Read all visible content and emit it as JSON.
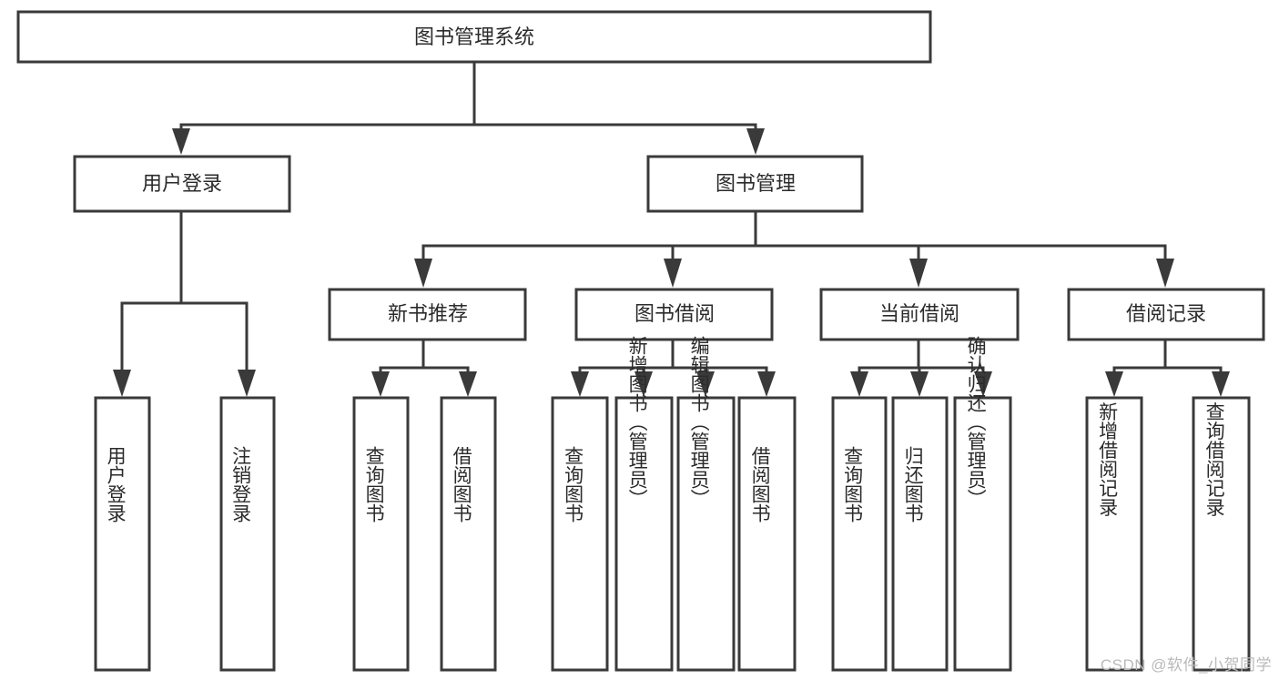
{
  "diagram": {
    "title": "图书管理系统",
    "type": "tree-hierarchy-chart",
    "colors": {
      "box_stroke": "#3a3a3a",
      "box_fill": "#ffffff",
      "text": "#2b2b2b",
      "background": "#ffffff",
      "watermark": "#b9b9b9"
    },
    "root": {
      "label": "图书管理系统"
    },
    "level1": [
      {
        "label": "用户登录"
      },
      {
        "label": "图书管理"
      }
    ],
    "level2": [
      {
        "label": "新书推荐"
      },
      {
        "label": "图书借阅"
      },
      {
        "label": "当前借阅"
      },
      {
        "label": "借阅记录"
      }
    ],
    "leaves": {
      "user_login": [
        {
          "label": "用户登录"
        },
        {
          "label": "注销登录"
        }
      ],
      "new_book_recommend": [
        {
          "label": "查询图书"
        },
        {
          "label": "借阅图书"
        }
      ],
      "book_borrow": [
        {
          "label": "查询图书"
        },
        {
          "label": "新增图书（管理员）"
        },
        {
          "label": "编辑图书（管理员）"
        },
        {
          "label": "借阅图书"
        }
      ],
      "current_borrow": [
        {
          "label": "查询图书"
        },
        {
          "label": "归还图书"
        },
        {
          "label": "确认归还（管理员）"
        }
      ],
      "borrow_record": [
        {
          "label": "新增借阅记录"
        },
        {
          "label": "查询借阅记录"
        }
      ]
    }
  },
  "watermark": {
    "text": "CSDN @软件_小贺同学"
  }
}
